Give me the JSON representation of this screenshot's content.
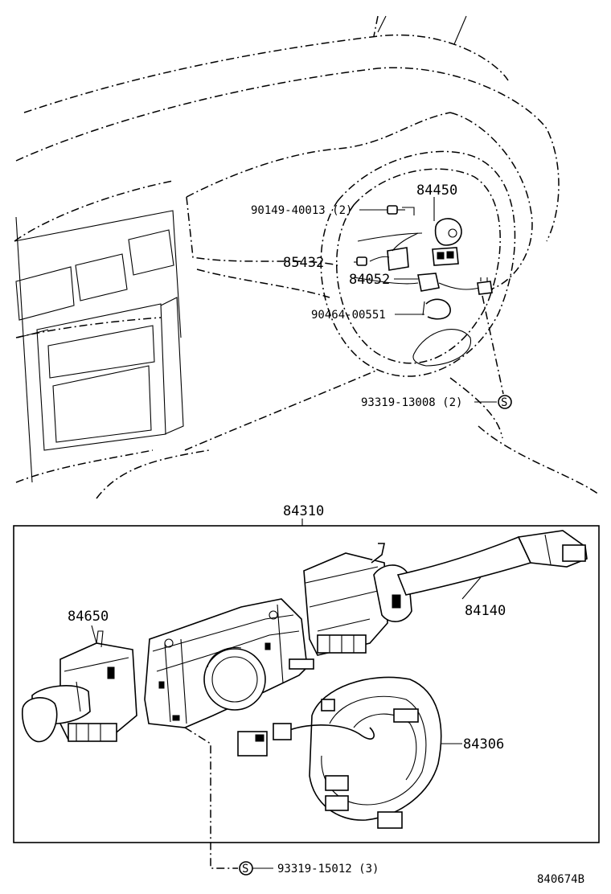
{
  "callouts": {
    "p84450": "84450",
    "p90149": "90149-40013 (2)",
    "p85432": "85432",
    "p84052": "84052",
    "p90464": "90464-00551",
    "p93319_13008": "93319-13008 (2)",
    "p84310": "84310",
    "p84650": "84650",
    "p84140": "84140",
    "p84306": "84306",
    "p93319_15012": "93319-15012 (3)",
    "s_mark_1": "S",
    "s_mark_2": "S"
  },
  "figure_id": "840674B"
}
